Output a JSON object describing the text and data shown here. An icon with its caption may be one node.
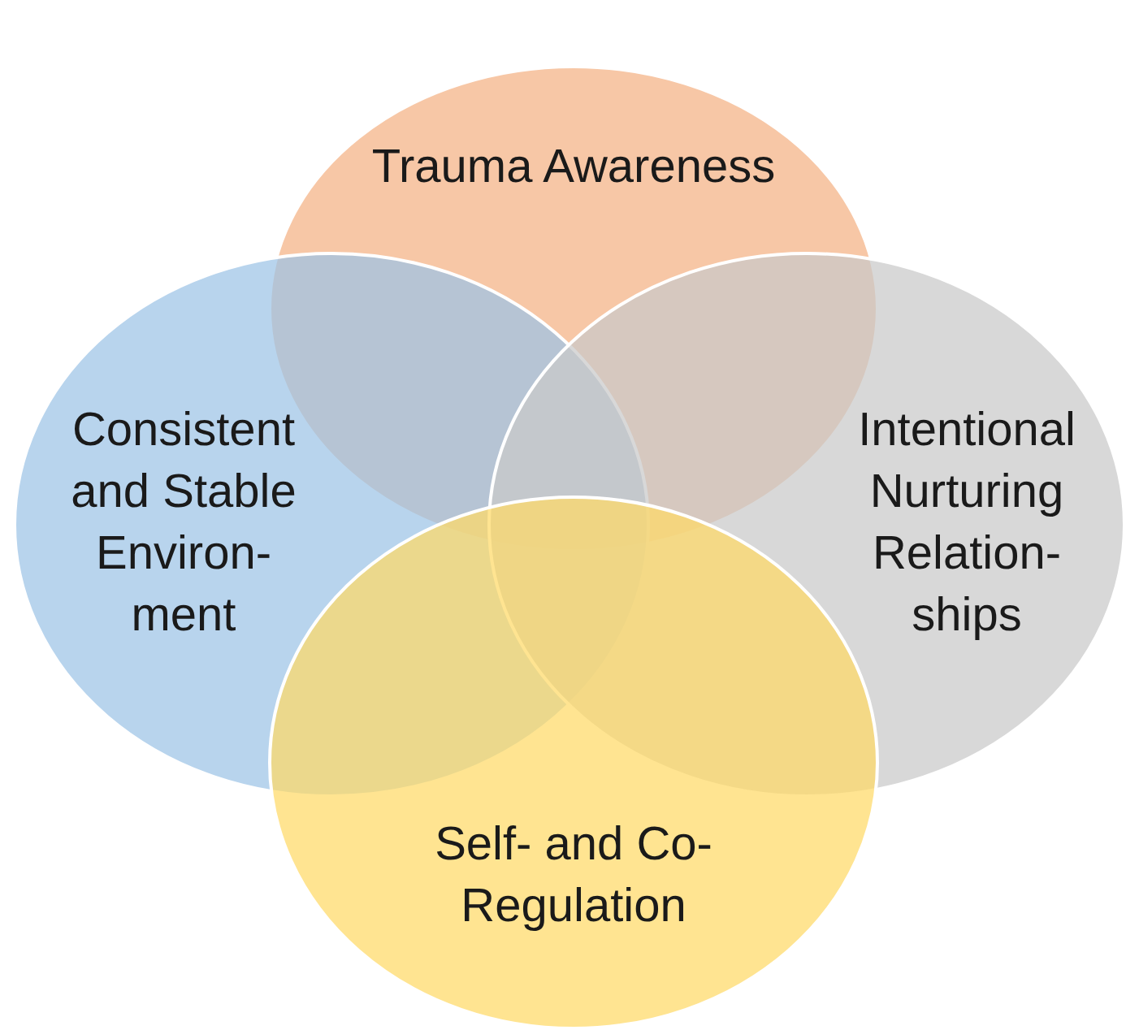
{
  "diagram": {
    "nodes": [
      {
        "text": [
          "Trauma Awareness"
        ]
      },
      {
        "text": [
          "Consistent and Stable Environ- ment"
        ]
      },
      {
        "text": [
          "Intentional Nurturing Relation- ships"
        ]
      },
      {
        "text": [
          "Self- and Co- Regulation"
        ]
      }
    ]
  }
}
